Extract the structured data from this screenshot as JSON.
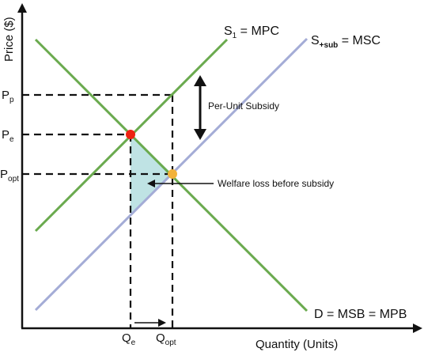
{
  "axes": {
    "y_label": "Price ($)",
    "x_label": "Quantity (Units)"
  },
  "curves": {
    "supply_pre": {
      "base": "S",
      "sub": "1",
      "rest": " = MPC"
    },
    "supply_post": {
      "base": "S",
      "sub": "+sub",
      "rest": " = MSC"
    },
    "demand": "D = MSB = MPB"
  },
  "price_ticks": {
    "pp": {
      "base": "P",
      "sub": "p"
    },
    "pe": {
      "base": "P",
      "sub": "e"
    },
    "popt": {
      "base": "P",
      "sub": "opt"
    }
  },
  "quantity_ticks": {
    "qe": {
      "base": "Q",
      "sub": "e"
    },
    "qopt": {
      "base": "Q",
      "sub": "opt"
    }
  },
  "annotations": {
    "subsidy": "Per-Unit Subsidy",
    "welfare_loss": "Welfare loss before subsidy"
  },
  "colors": {
    "supply_pre_line": "#6aaa4e",
    "supply_post_line": "#a4acd6",
    "demand_line": "#6aaa4e",
    "welfare_area": "#bfe3e4",
    "eq_pre_point": "#ee2211",
    "eq_opt_point": "#f2b23a"
  }
}
